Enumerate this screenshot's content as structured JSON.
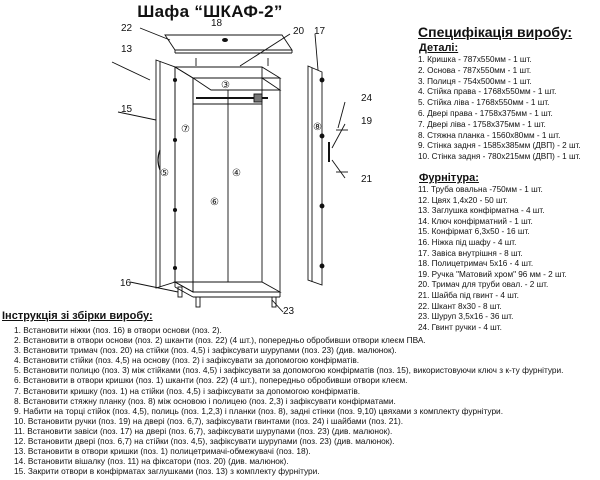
{
  "title": "Шафа “ШКАФ-2”",
  "callouts": {
    "c18": "18",
    "c22": "22",
    "c13": "13",
    "c15": "15",
    "c20": "20",
    "c17": "17",
    "c24": "24",
    "c19": "19",
    "c21": "21",
    "c16": "16",
    "c23": "23",
    "p7": "⑦",
    "p5": "⑤",
    "p3": "③",
    "p4": "④",
    "p6": "⑥",
    "p8": "⑧"
  },
  "spec": {
    "title": "Специфікація виробу:",
    "parts_title": "Деталі:",
    "parts": [
      "1. Кришка - 787x550мм - 1 шт.",
      "2. Основа - 787x550мм - 1 шт.",
      "3. Полиця - 754x500мм - 1 шт.",
      "4. Стійка права - 1768x550мм - 1 шт.",
      "5. Стійка ліва - 1768x550мм - 1 шт.",
      "6. Двері права - 1758x375мм - 1 шт.",
      "7. Двері ліва - 1758x375мм - 1 шт.",
      "8. Стяжна планка - 1560x80мм - 1 шт.",
      "9. Стінка задня - 1585x385мм (ДВП) - 2 шт.",
      "10. Стінка задня - 780x215мм (ДВП) - 1 шт."
    ],
    "hardware_title": "Фурнітура:",
    "hardware": [
      "11. Труба овальна -750мм - 1 шт.",
      "12. Цвях 1,4x20 - 50 шт.",
      "13. Заглушка конфірматна - 4 шт.",
      "14. Ключ конфірматний - 1 шт.",
      "15. Конфірмат 6,3x50 - 16 шт.",
      "16. Ніжка під шафу - 4 шт.",
      "17. Завіса внутрішня - 8 шт.",
      "18. Полицетримач 5x16 - 4 шт.",
      "19. Ручка \"Матовий хром\" 96 мм - 2 шт.",
      "20. Тримач для труби овал. - 2 шт.",
      "21. Шайба під гвинт - 4 шт.",
      "22. Шкант 8x30 - 8 шт.",
      "23. Шуруп 3,5x16 - 36 шт.",
      "24. Гвинт ручки - 4 шт."
    ]
  },
  "instructions": {
    "title": "Інструкція зі збірки виробу:",
    "steps": [
      "1. Встановити ніжки (поз. 16) в отвори основи (поз. 2).",
      "2. Встановити в отвори основи (поз. 2) шканти (поз. 22) (4 шт.), попередньо обробивши отвори клеєм ПВА.",
      "3. Встановити тримач (поз. 20) на стійки (поз. 4,5) і зафіксувати шурупами (поз. 23) (див. малюнок).",
      "4. Встановити стійки (поз. 4,5) на основу (поз. 2) і зафіксувати за допомогою конфірматів.",
      "5. Встановити полицю (поз. 3) між стійками (поз. 4,5) і зафіксувати за допомогою конфірматів (поз. 15), використовуючи ключ з к-ту фурнітури.",
      "6. Встановити в отвори кришки (поз. 1) шканти (поз. 22) (4 шт.), попередньо обробивши отвори клеєм.",
      "7. Встановити кришку (поз. 1) на стійки (поз. 4,5) і зафіксувати за допомогою конфірматів.",
      "8. Встановити стяжну планку (поз. 8) між основою і полицею (поз. 2,3) і зафіксувати конфірматами.",
      "9. Набити на торці стійок (поз. 4,5), полиць (поз. 1,2,3) і планки (поз. 8), задні стінки (поз. 9,10) цвяхами з комплекту фурнітури.",
      "10. Встановити ручки (поз. 19) на двері (поз. 6,7), зафіксувати гвинтами (поз. 24) і шайбами (поз. 21).",
      "11. Встановити завіси (поз. 17) на двері (поз. 6,7), зафіксувати шурупами (поз. 23) (див. малюнок).",
      "12. Встановити двері (поз. 6,7) на стійки (поз. 4,5), зафіксувати шурупами (поз. 23) (див. малюнок).",
      "13. Встановити в отвори кришки (поз. 1) полицетримачі-обмежувачі (поз. 18).",
      "14. Встановити вішалку (поз. 11) на фіксатори (поз. 20) (див. малюнок).",
      "15. Закрити отвори в конфірматах заглушками (поз. 13) з комплекту фурнітури."
    ]
  }
}
